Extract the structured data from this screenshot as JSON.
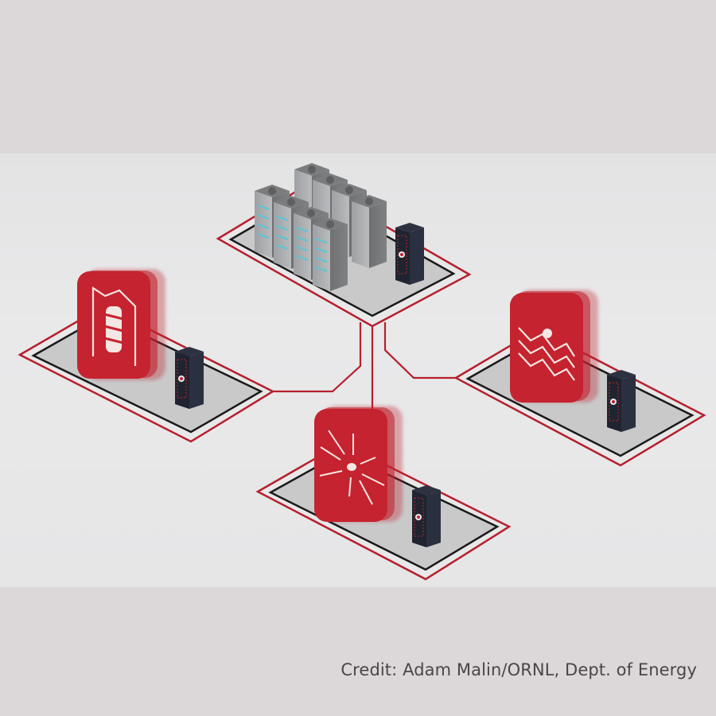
{
  "credit": "Credit: Adam Malin/ORNL, Dept. of Energy",
  "colors": {
    "background": "#dcd8d9",
    "panel": "#e8e8e9",
    "accent_red": "#b5202e",
    "icon_red": "#c0242f",
    "platform": "#c9c9ca",
    "border_black": "#1a1a1a",
    "server_gray": "#8a8c8e",
    "rack_dark": "#1f2430"
  },
  "diagram": {
    "hub": {
      "name": "data-center",
      "icon": "server-cluster-icon",
      "servers": 8,
      "racks": 1
    },
    "nodes": [
      {
        "name": "fusion-facility",
        "icon": "fusion-reactor-icon",
        "position": "left"
      },
      {
        "name": "laser-facility",
        "icon": "converging-beams-icon",
        "position": "bottom"
      },
      {
        "name": "light-source-facility",
        "icon": "waves-sun-icon",
        "position": "right"
      }
    ]
  }
}
